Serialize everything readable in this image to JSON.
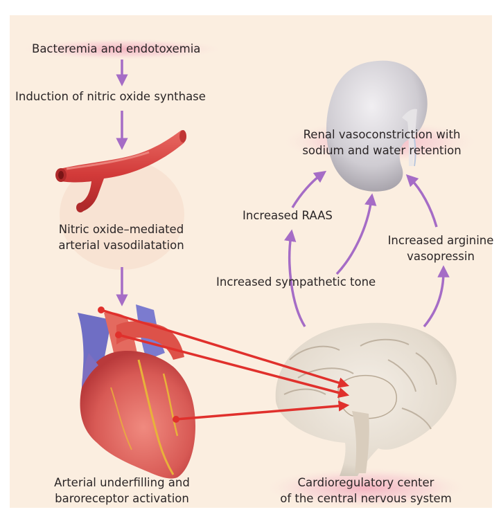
{
  "colors": {
    "background": "#fbeee0",
    "label_glow": "#f4b6c3",
    "pathway_arrow": "#a56cc6",
    "signal_arrow": "#e0302c",
    "artery": "#d8403f",
    "kidney": "#d9d6da"
  },
  "labels": {
    "bacteremia": "Bacteremia and endotoxemia",
    "nos": "Induction of nitric oxide synthase",
    "vasodilatation_line1": "Nitric oxide–mediated",
    "vasodilatation_line2": "arterial vasodilatation",
    "underfilling_line1": "Arterial underfilling and",
    "underfilling_line2": "baroreceptor activation",
    "renal_line1": "Renal vasoconstriction with",
    "renal_line2": "sodium and water retention",
    "raas": "Increased RAAS",
    "sympathetic": "Increased sympathetic tone",
    "avp_line1": "Increased arginine",
    "avp_line2": "vasopressin",
    "cns_line1": "Cardioregulatory center",
    "cns_line2": "of the central nervous system"
  },
  "illustrations": [
    "artery-illustration",
    "heart-illustration",
    "kidney-illustration",
    "brain-illustration"
  ]
}
